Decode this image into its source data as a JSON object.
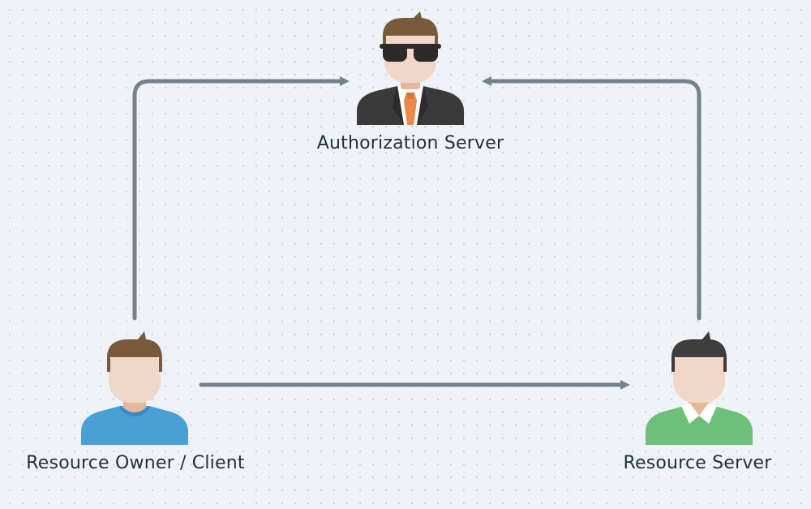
{
  "diagram": {
    "background_color": "#eff3f7",
    "arrow_color": "#74828f",
    "nodes": {
      "authorization_server": {
        "label": "Authorization Server",
        "icon": "person-with-sunglasses-and-suit-icon",
        "colors": {
          "hair": "#7a5a3c",
          "skin": "#f1d7c8",
          "glasses": "#2b2b2b",
          "suit": "#3a3a3a",
          "shirt": "#ffffff",
          "tie": "#ea8a4a"
        }
      },
      "resource_owner_client": {
        "label": "Resource Owner / Client",
        "icon": "person-blue-shirt-icon",
        "colors": {
          "hair": "#7a5a3c",
          "skin": "#f1d7c8",
          "shirt": "#4a9fd6"
        }
      },
      "resource_server": {
        "label": "Resource Server",
        "icon": "person-green-shirt-icon",
        "colors": {
          "hair": "#3d3d3d",
          "skin": "#f1d7c8",
          "shirt": "#6cc07a",
          "collar": "#ffffff"
        }
      }
    },
    "edges": [
      {
        "from": "Resource Owner / Client",
        "to": "Authorization Server"
      },
      {
        "from": "Resource Server",
        "to": "Authorization Server"
      },
      {
        "from": "Resource Owner / Client",
        "to": "Resource Server"
      }
    ]
  }
}
